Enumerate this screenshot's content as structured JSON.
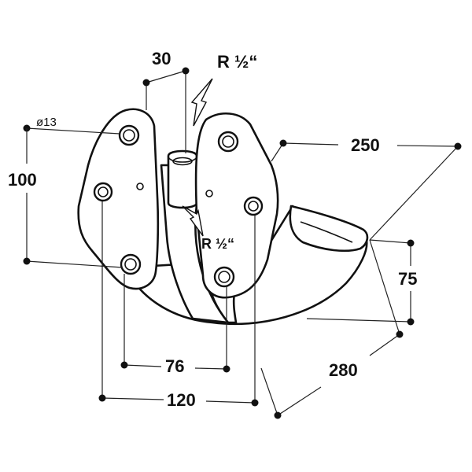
{
  "dimensions": {
    "top_width": "30",
    "thread_top": "R ½“",
    "thread_inlet": "R ½“",
    "hole_diameter": "ø13",
    "height_left": "100",
    "depth": "250",
    "bowl_height": "75",
    "length": "280",
    "hole_spacing_76": "76",
    "hole_spacing_120": "120"
  },
  "colors": {
    "line": "#111111",
    "background": "#ffffff"
  }
}
